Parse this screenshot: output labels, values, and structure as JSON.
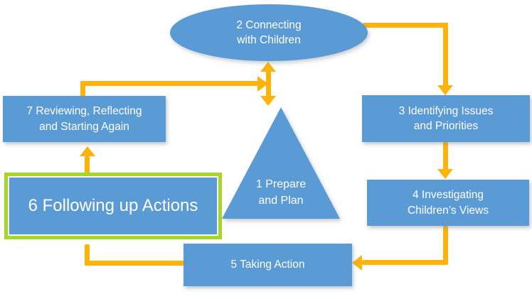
{
  "diagram": {
    "type": "cycle-flowchart",
    "nodes": {
      "n1_prepare": "1 Prepare\nand Plan",
      "n2_connecting": "2 Connecting\nwith Children",
      "n3_identifying": "3 Identifying Issues\nand Priorities",
      "n4_investigating": "4 Investigating\nChildren’s Views",
      "n5_taking_action": "5 Taking Action",
      "n6_following_up": "6 Following up Actions",
      "n7_reviewing": "7 Reviewing, Reflecting\nand Starting Again"
    },
    "highlighted_node": "6 Following up Actions",
    "colors": {
      "node_fill": "#5B9BD5",
      "node_text": "#FFFFFF",
      "arrow": "#FEB30B",
      "highlight_border": "#A6D626",
      "background": "#FFFFFF"
    },
    "arrows": [
      {
        "from": "2 Connecting with Children",
        "to": "3 Identifying Issues and Priorities"
      },
      {
        "from": "3 Identifying Issues and Priorities",
        "to": "4 Investigating Children’s Views"
      },
      {
        "from": "4 Investigating Children’s Views",
        "to": "5 Taking Action"
      },
      {
        "from": "5 Taking Action",
        "to": "6 Following up Actions"
      },
      {
        "from": "6 Following up Actions",
        "to": "7 Reviewing, Reflecting and Starting Again"
      },
      {
        "from": "7 Reviewing, Reflecting and Starting Again",
        "to": "center junction"
      },
      {
        "from": "1 Prepare and Plan",
        "to": "2 Connecting with Children",
        "style": "double-headed"
      }
    ]
  }
}
